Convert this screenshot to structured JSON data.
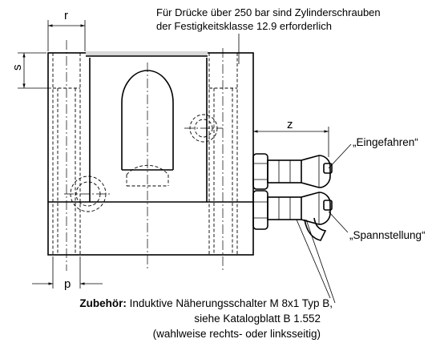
{
  "note": {
    "line1": "Für Drücke über 250 bar sind Zylinderschrauben",
    "line2": "der Festigkeitsklasse 12.9 erforderlich"
  },
  "dimensions": {
    "r": "r",
    "s": "s",
    "z": "z",
    "p": "p"
  },
  "callouts": {
    "retracted": "„Eingefahren“",
    "clamping": "„Spannstellung“"
  },
  "accessory": {
    "label": "Zubehör:",
    "line1": "Induktive Näherungsschalter M 8x1 Typ B,",
    "line2": "siehe Katalogblatt B 1.552",
    "line3": "(wahlweise rechts- oder linksseitig)"
  }
}
